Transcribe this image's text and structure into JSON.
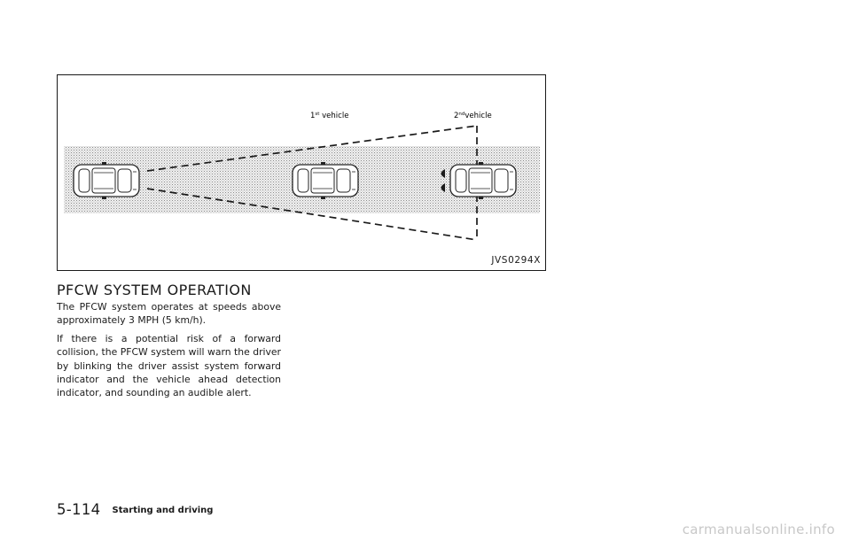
{
  "figure": {
    "label_first_vehicle_ordinal": "1",
    "label_first_vehicle_suffix": "st",
    "label_first_vehicle_text": " vehicle",
    "label_second_vehicle_ordinal": "2",
    "label_second_vehicle_suffix": "nd",
    "label_second_vehicle_text": "vehicle",
    "code": "JVS0294X"
  },
  "section": {
    "heading": "PFCW SYSTEM OPERATION",
    "paragraph_1": "The PFCW system operates at speeds above approximately 3 MPH (5 km/h).",
    "paragraph_2": "If there is a potential risk of a forward collision, the PFCW system will warn the driver by blinking the driver assist system forward indicator and the vehicle ahead detection indicator, and sounding an audible alert."
  },
  "footer": {
    "page_number": "5-114",
    "section_name": "Starting and driving"
  },
  "watermark": "carmanualsonline.info"
}
